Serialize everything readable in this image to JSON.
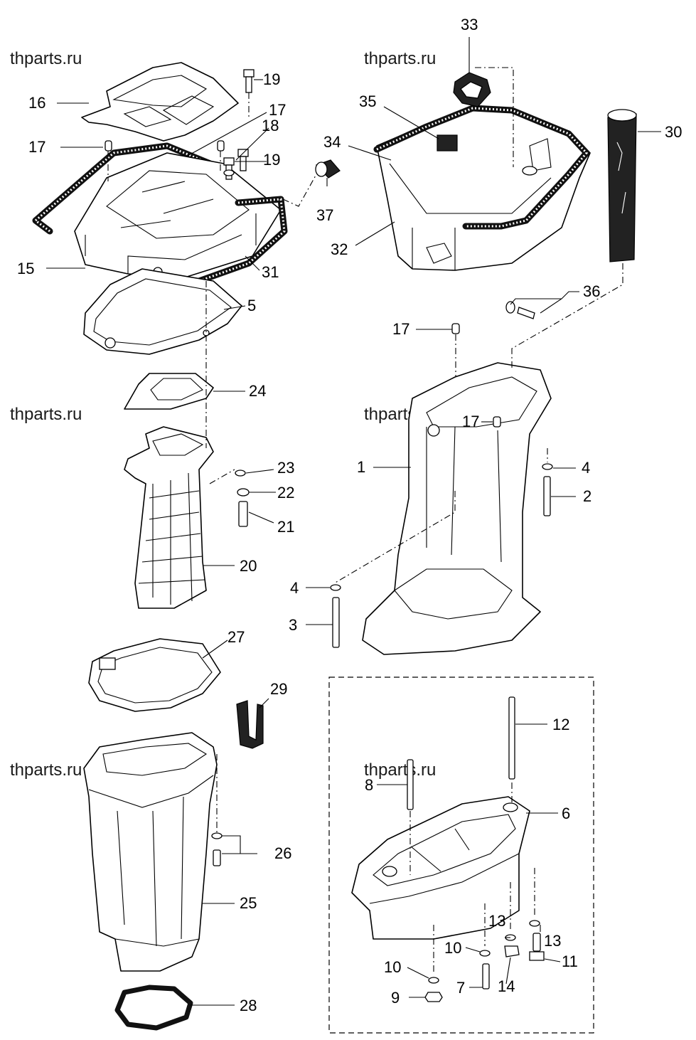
{
  "watermark": "thparts.ru",
  "labels": [
    "1",
    "2",
    "3",
    "4",
    "4",
    "5",
    "6",
    "7",
    "8",
    "9",
    "10",
    "10",
    "11",
    "12",
    "13",
    "13",
    "14",
    "15",
    "16",
    "17",
    "17",
    "17",
    "17",
    "18",
    "19",
    "19",
    "20",
    "21",
    "22",
    "23",
    "24",
    "25",
    "26",
    "27",
    "28",
    "29",
    "30",
    "31",
    "32",
    "33",
    "34",
    "35",
    "36",
    "37"
  ]
}
